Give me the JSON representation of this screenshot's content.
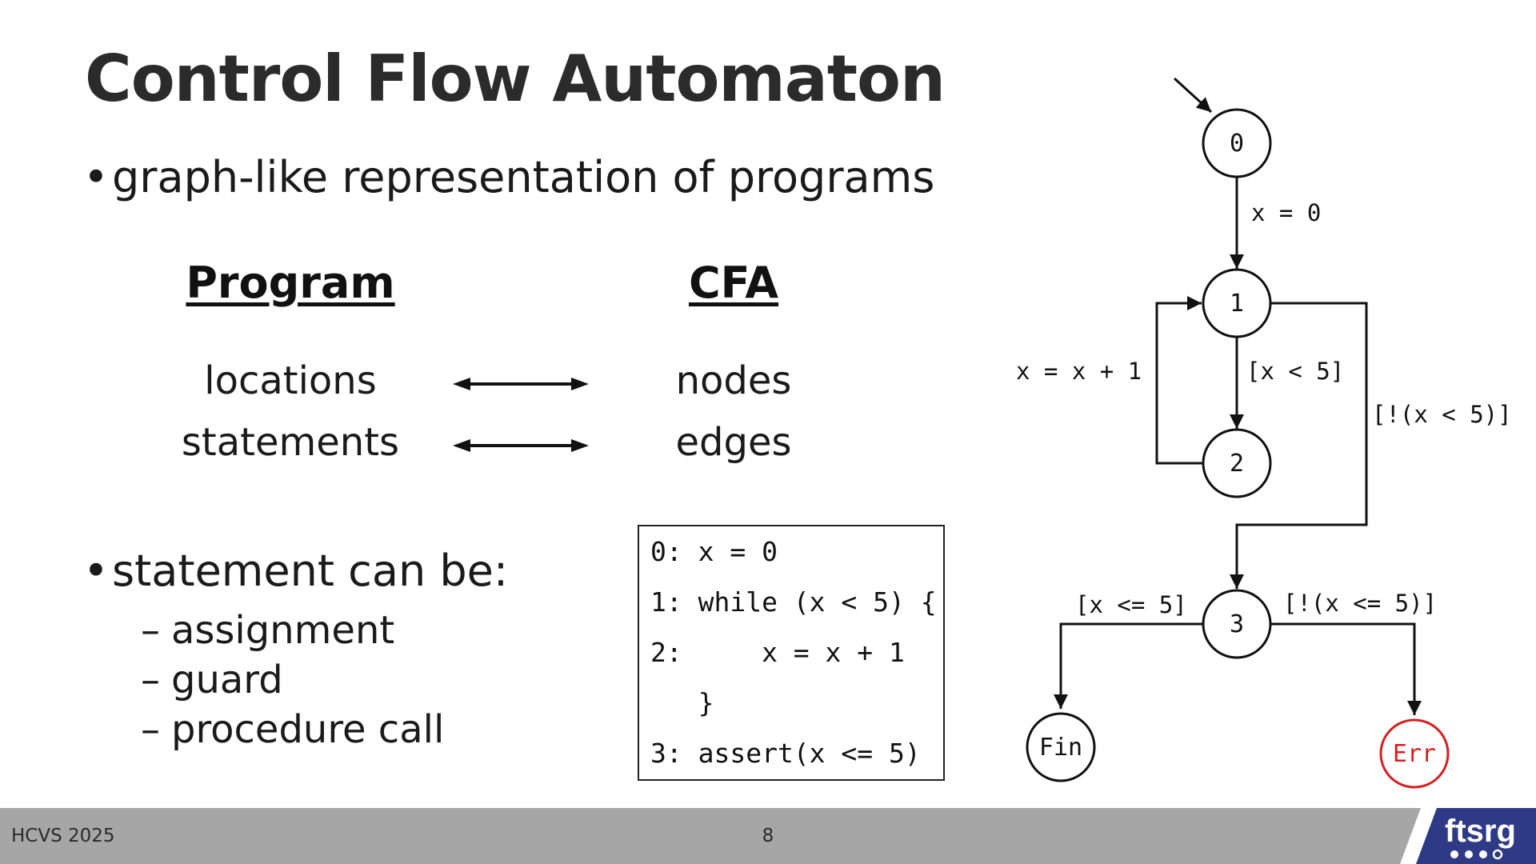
{
  "slide": {
    "title": "Control Flow Automaton",
    "bullets": [
      "graph-like representation of programs",
      "statement can be:"
    ],
    "bullet_char": "•",
    "sub_dash": "–",
    "sub_items": [
      "assignment",
      "guard",
      "procedure call"
    ]
  },
  "mapping": {
    "left_header": "Program",
    "right_header": "CFA",
    "rows": [
      {
        "left": "locations",
        "right": "nodes"
      },
      {
        "left": "statements",
        "right": "edges"
      }
    ]
  },
  "code": {
    "lines": [
      "0: x = 0",
      "1: while (x < 5) {",
      "2:     x = x + 1",
      "   }",
      "3: assert(x <= 5)"
    ]
  },
  "cfa": {
    "nodes": {
      "n0": "0",
      "n1": "1",
      "n2": "2",
      "n3": "3",
      "fin": "Fin",
      "err": "Err"
    },
    "edges": {
      "e01": "x = 0",
      "e12": "[x < 5]",
      "e21": "x = x + 1",
      "e13": "[!(x < 5)]",
      "e3fin": "[x <= 5]",
      "e3err": "[!(x <= 5)]"
    },
    "error_color": "#d42020"
  },
  "footer": {
    "conference": "HCVS 2025",
    "page": "8",
    "logo_text": "ftsrg",
    "logo_color": "#2e3a86"
  }
}
